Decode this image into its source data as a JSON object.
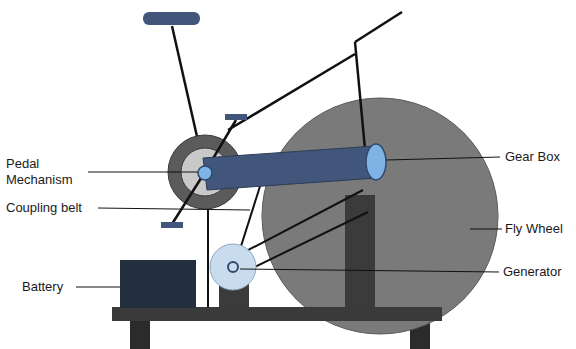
{
  "diagram": {
    "labels": [
      "Pedal Mechanism",
      "Coupling belt",
      "Battery",
      "Gear Box",
      "Fly Wheel",
      "Generator"
    ]
  }
}
